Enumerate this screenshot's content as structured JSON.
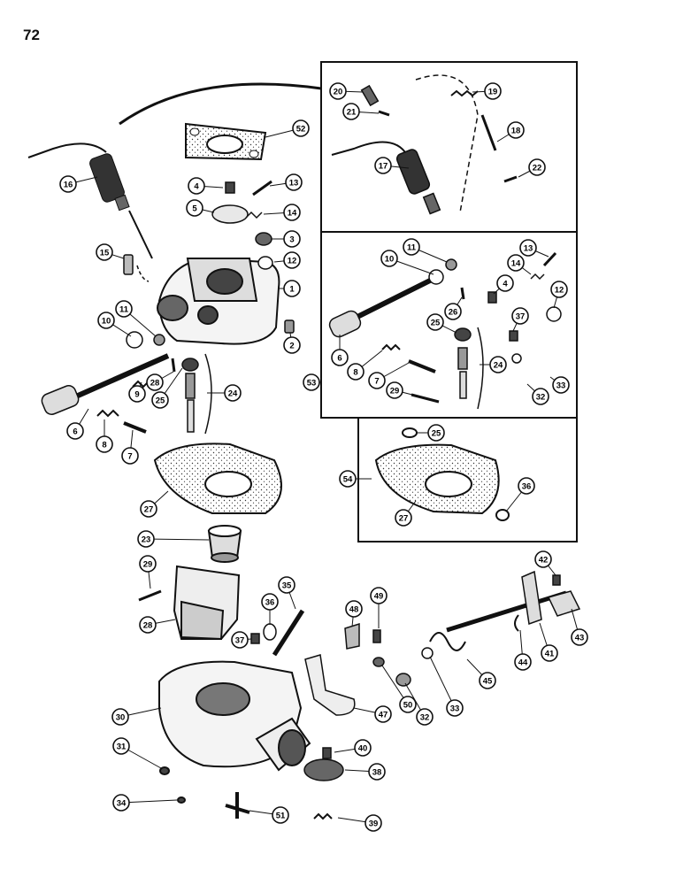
{
  "page": {
    "number": "72"
  },
  "colors": {
    "ink": "#111111",
    "paper": "#ffffff",
    "shade": "#555555"
  },
  "callouts": [
    "1",
    "2",
    "3",
    "4",
    "5",
    "6",
    "7",
    "8",
    "9",
    "10",
    "11",
    "12",
    "13",
    "14",
    "15",
    "16",
    "17",
    "18",
    "19",
    "20",
    "21",
    "22",
    "23",
    "24",
    "25",
    "26",
    "27",
    "28",
    "29",
    "30",
    "31",
    "32",
    "33",
    "34",
    "35",
    "36",
    "37",
    "38",
    "39",
    "40",
    "41",
    "42",
    "43",
    "44",
    "45",
    "47",
    "48",
    "49",
    "50",
    "51",
    "52",
    "53",
    "54"
  ],
  "inset_callouts": {
    "inset_top": [
      "20",
      "21",
      "19",
      "18",
      "17",
      "22"
    ],
    "inset_53": [
      "11",
      "10",
      "13",
      "14",
      "4",
      "12",
      "26",
      "37",
      "25",
      "6",
      "8",
      "7",
      "24",
      "29",
      "32",
      "33",
      "53"
    ],
    "inset_54": [
      "25",
      "36",
      "27",
      "54"
    ]
  }
}
